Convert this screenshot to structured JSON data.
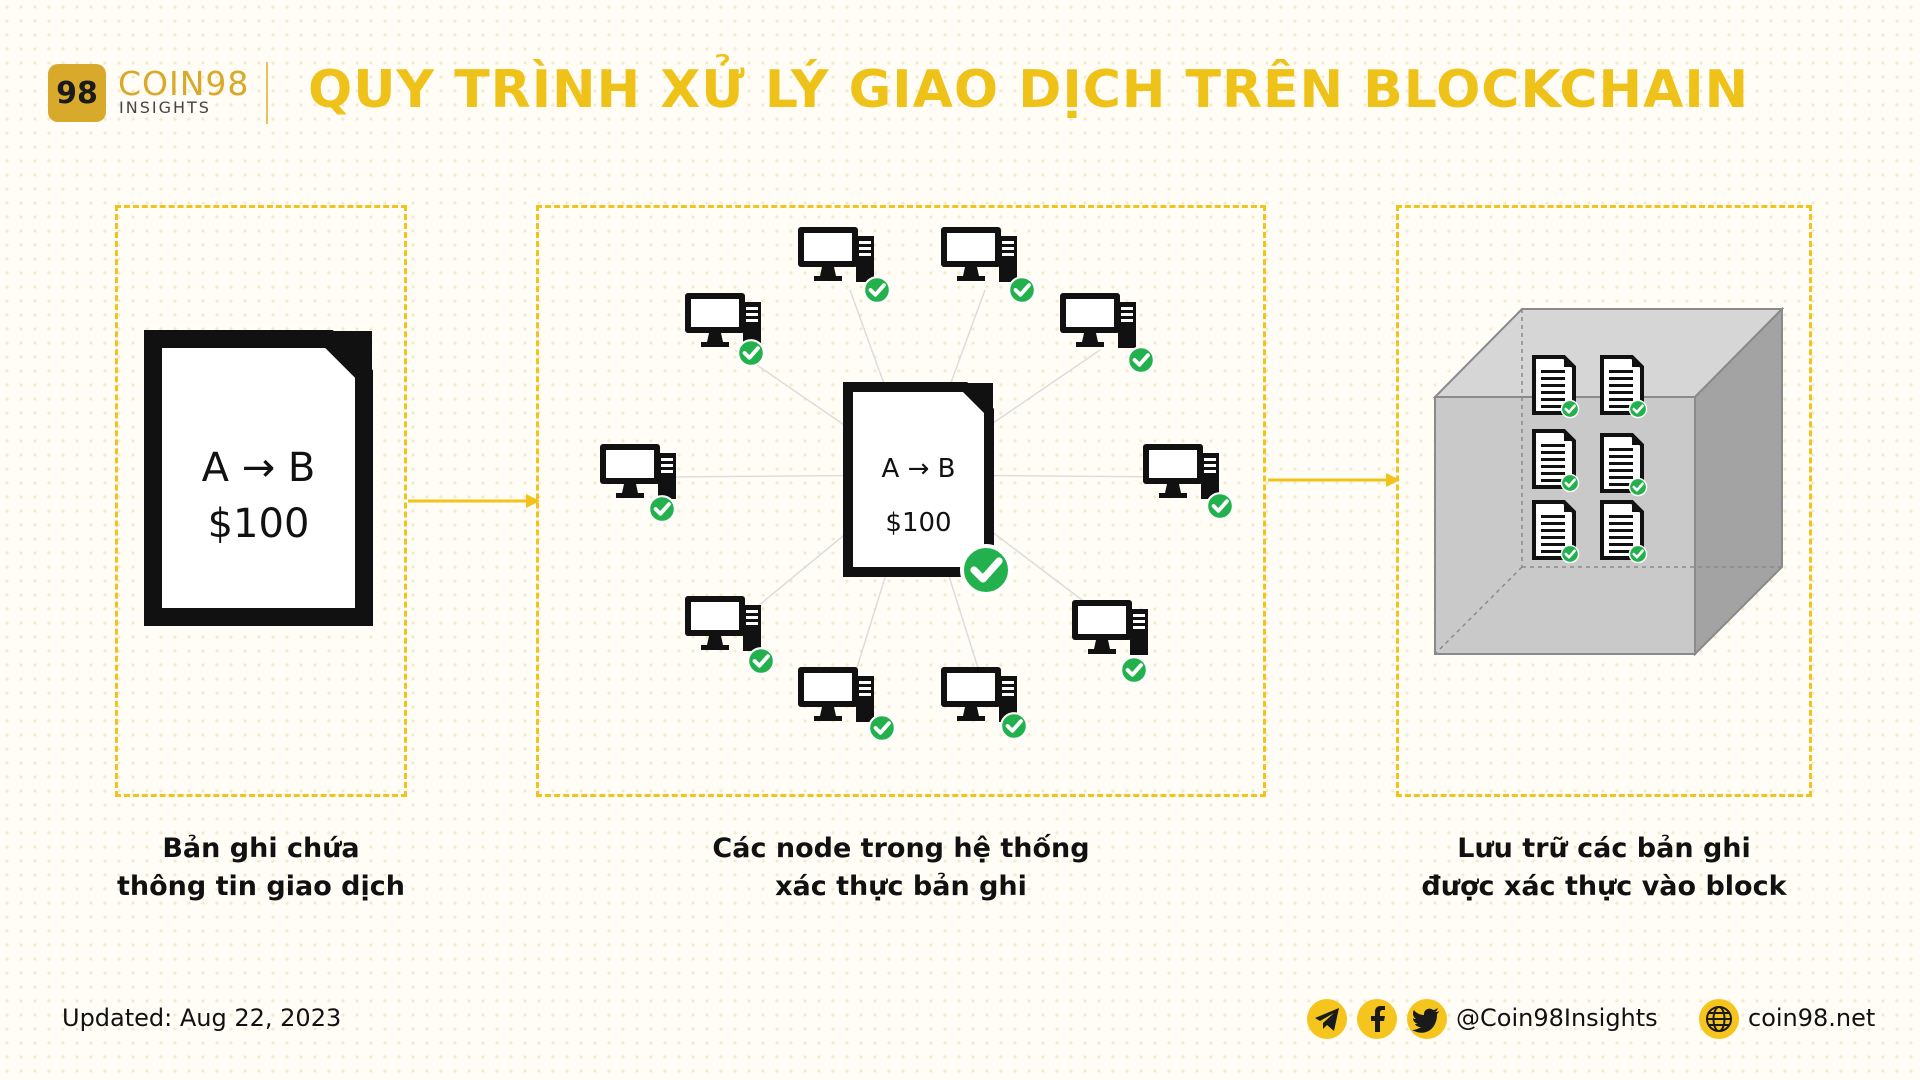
{
  "brand": {
    "logo_mark": "98",
    "name": "COIN98",
    "sub": "INSIGHTS",
    "accent_color": "#f2c31c"
  },
  "title": "QUY TRÌNH XỬ LÝ GIAO DỊCH TRÊN BLOCKCHAIN",
  "record": {
    "doc_line1": "A → B",
    "doc_line2": "$100",
    "caption": "Bản ghi chứa\nthông tin giao dịch"
  },
  "nodes": {
    "doc_line1": "A → B",
    "doc_line2": "$100",
    "caption": "Các node trong hệ thống\nxác thực bản ghi",
    "node_icon": "computer-icon",
    "check_icon": "check-icon",
    "check_color": "#22b14c"
  },
  "block": {
    "caption": "Lưu trữ các bản ghi\nđược xác thực vào block",
    "record_icon": "document-icon"
  },
  "footer": {
    "updated": "Updated: Aug 22, 2023",
    "social_icons": [
      "telegram-icon",
      "facebook-icon",
      "twitter-icon"
    ],
    "handle": "@Coin98Insights",
    "website_icon": "globe-icon",
    "website": "coin98.net"
  }
}
